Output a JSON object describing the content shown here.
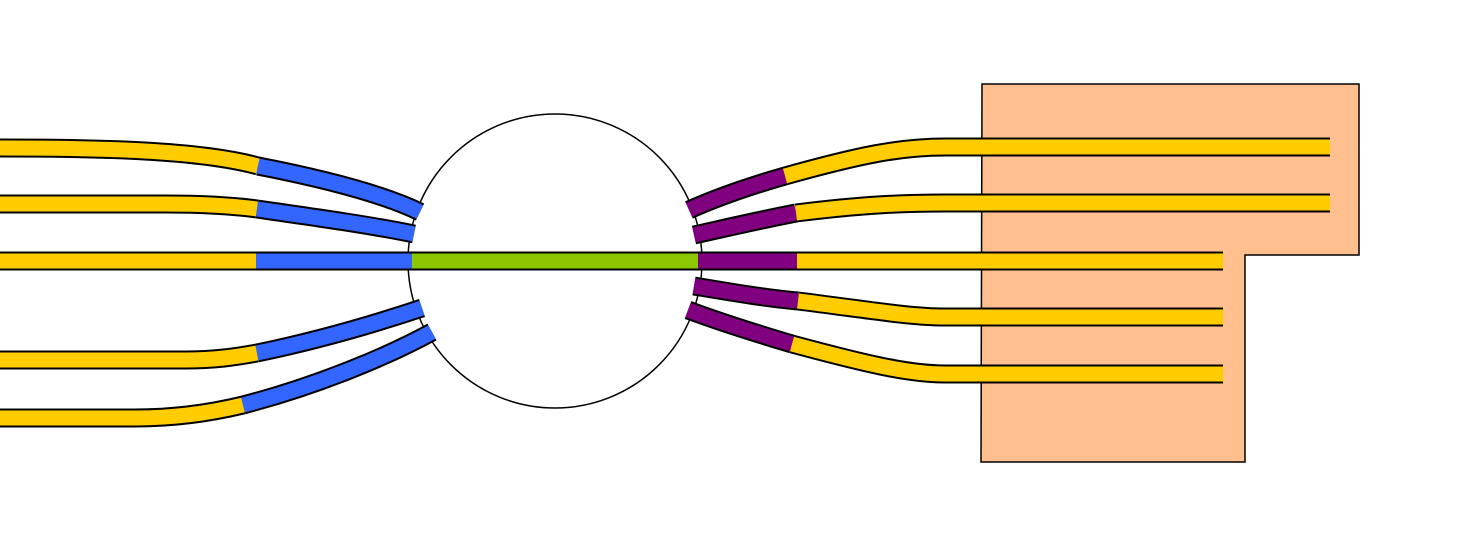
{
  "diagram": {
    "type": "railway-turntable-track-plan",
    "colors": {
      "background": "#ffffff",
      "outline": "#000000",
      "lead_track": "#ffcc00",
      "left_approach_track": "#3366ff",
      "bridge_track": "#8cc800",
      "right_stall_track": "#800080",
      "shed_area": "#ffbf8f",
      "turntable_pit": "#ffffff"
    },
    "components": {
      "turntable": {
        "name": "turntable-pit",
        "bridge_color_key": "bridge_track"
      },
      "shed": {
        "name": "engine-shed-area",
        "color_key": "shed_area"
      },
      "left_tracks": [
        {
          "name": "left-track-1",
          "segments": [
            "lead_track",
            "left_approach_track"
          ]
        },
        {
          "name": "left-track-2",
          "segments": [
            "lead_track",
            "left_approach_track"
          ]
        },
        {
          "name": "left-track-3",
          "segments": [
            "lead_track",
            "left_approach_track"
          ]
        },
        {
          "name": "left-track-4",
          "segments": [
            "lead_track",
            "left_approach_track"
          ]
        },
        {
          "name": "left-track-5",
          "segments": [
            "lead_track",
            "left_approach_track"
          ]
        }
      ],
      "right_tracks": [
        {
          "name": "right-track-1",
          "segments": [
            "right_stall_track",
            "lead_track"
          ]
        },
        {
          "name": "right-track-2",
          "segments": [
            "right_stall_track",
            "lead_track"
          ]
        },
        {
          "name": "right-track-3",
          "segments": [
            "right_stall_track",
            "lead_track"
          ]
        },
        {
          "name": "right-track-4",
          "segments": [
            "right_stall_track",
            "lead_track"
          ]
        },
        {
          "name": "right-track-5",
          "segments": [
            "right_stall_track",
            "lead_track"
          ]
        }
      ]
    }
  }
}
